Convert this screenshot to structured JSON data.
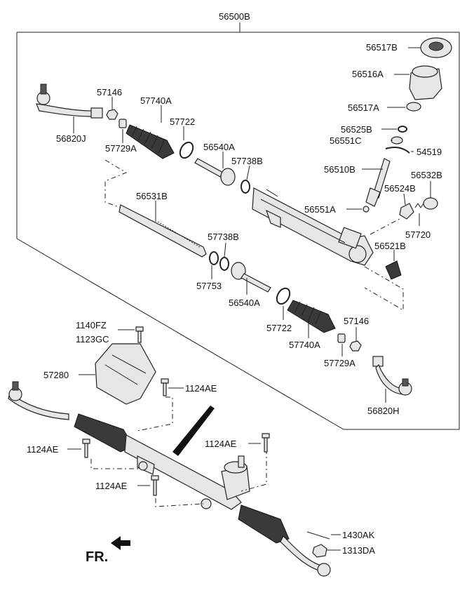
{
  "labels": {
    "assembly": "56500B",
    "p56517B": "56517B",
    "p56516A": "56516A",
    "p56517A": "56517A",
    "p56525B": "56525B",
    "p56551C": "56551C",
    "p54519": "54519",
    "p56510B": "56510B",
    "p56532B": "56532B",
    "p56524B": "56524B",
    "p56551A": "56551A",
    "p57720": "57720",
    "p56521B": "56521B",
    "p57146_top": "57146",
    "p57740A_top": "57740A",
    "p57722_top": "57722",
    "p56820J": "56820J",
    "p57729A_top": "57729A",
    "p56540A_top": "56540A",
    "p57738B_top": "57738B",
    "p56531B": "56531B",
    "p57738B_mid": "57738B",
    "p57753": "57753",
    "p56540A_mid": "56540A",
    "p57722_mid": "57722",
    "p57740A_mid": "57740A",
    "p57146_mid": "57146",
    "p57729A_mid": "57729A",
    "p56820H": "56820H",
    "p1140FZ": "1140FZ",
    "p1123GC": "1123GC",
    "p57280": "57280",
    "p1124AE_a": "1124AE",
    "p1124AE_b": "1124AE",
    "p1124AE_c": "1124AE",
    "p1124AE_d": "1124AE",
    "p1430AK": "1430AK",
    "p1313DA": "1313DA",
    "front": "FR."
  }
}
